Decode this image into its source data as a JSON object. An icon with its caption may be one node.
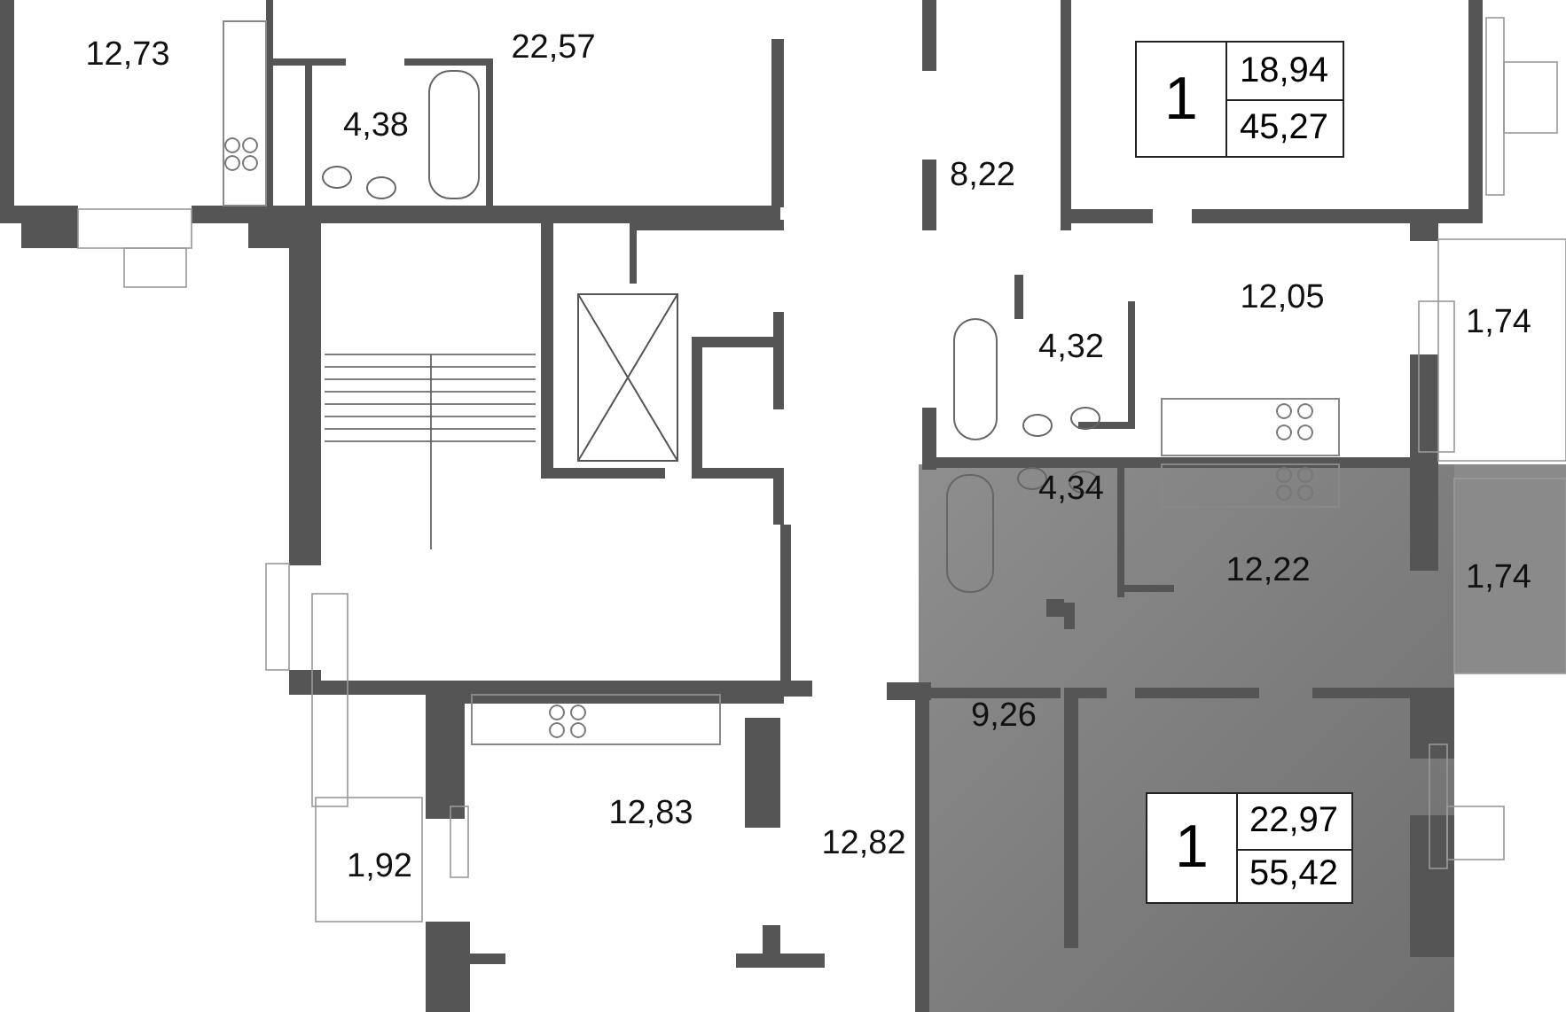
{
  "diagram": {
    "nodes": [
      {
        "text": [
          "1",
          "18,94",
          "45,27"
        ]
      },
      {
        "text": [
          "1",
          "22,97",
          "55,42"
        ]
      }
    ],
    "labels": [
      "12,73",
      "22,57",
      "4,38",
      "8,22",
      "12,05",
      "1,74",
      "4,32",
      "4,34",
      "12,22",
      "1,74",
      "9,26",
      "12,83",
      "12,82",
      "1,92"
    ]
  }
}
